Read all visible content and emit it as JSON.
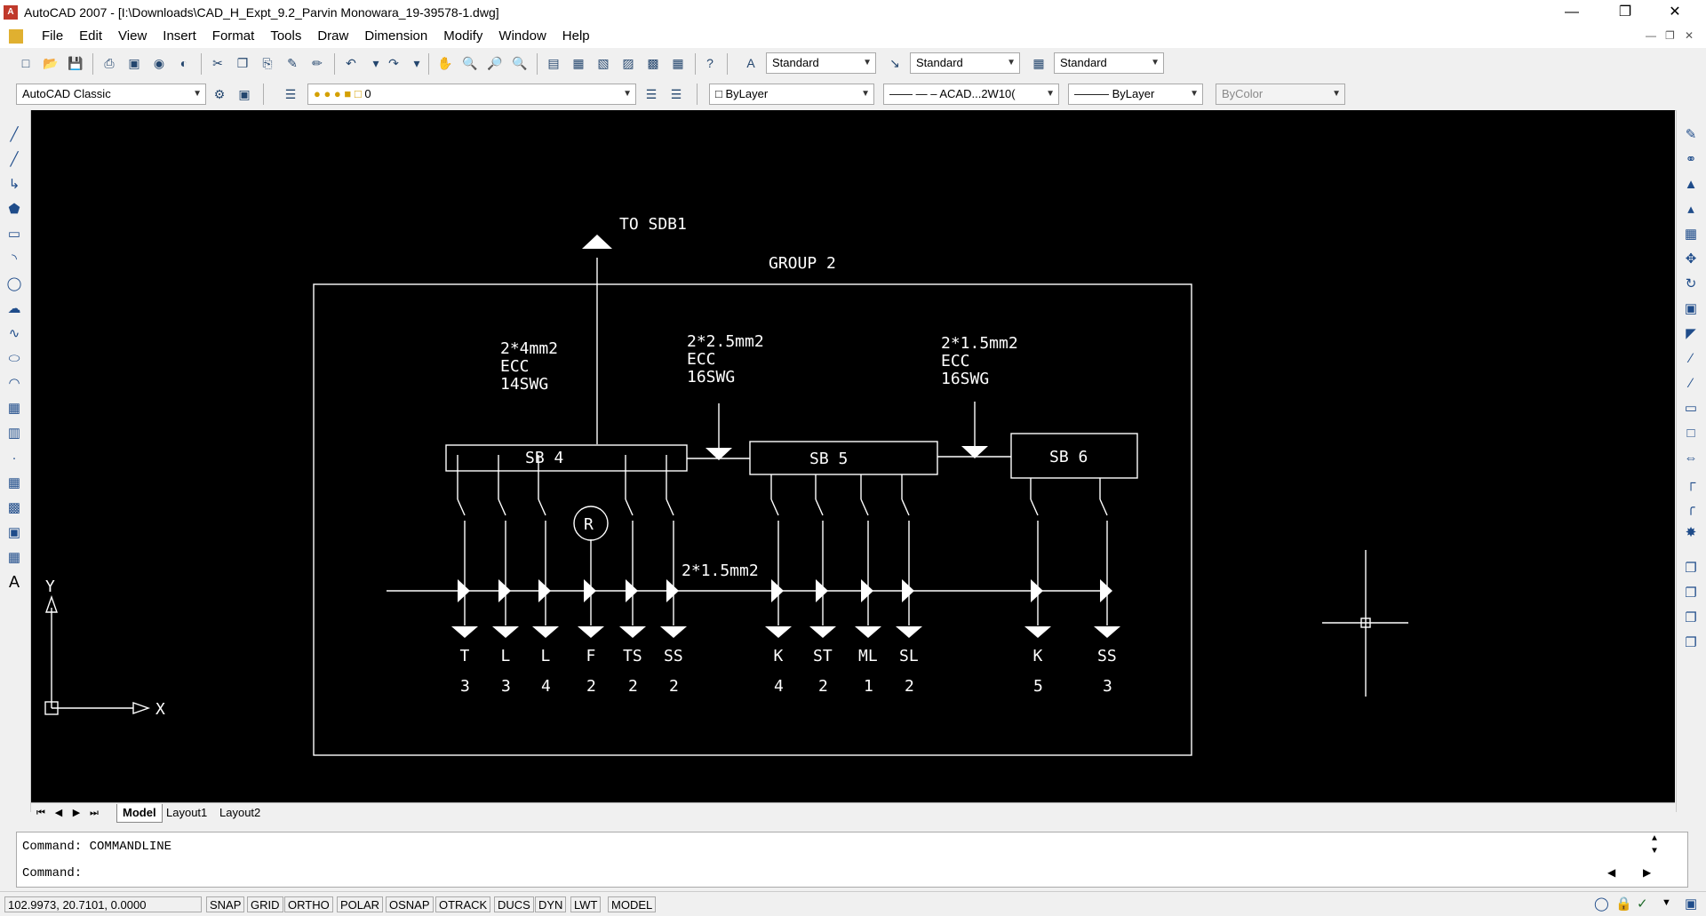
{
  "window": {
    "title": "AutoCAD 2007 - [I:\\Downloads\\CAD_H_Expt_9.2_Parvin Monowara_19-39578-1.dwg]"
  },
  "menu": [
    "File",
    "Edit",
    "View",
    "Insert",
    "Format",
    "Tools",
    "Draw",
    "Dimension",
    "Modify",
    "Window",
    "Help"
  ],
  "toolbar": {
    "text_style": "Standard",
    "dim_style": "Standard",
    "table_style": "Standard",
    "workspace": "AutoCAD Classic",
    "layer": "0",
    "color": "ByLayer",
    "linetype": "ACAD...2W10(",
    "lineweight": "ByLayer",
    "plot_style": "ByColor"
  },
  "drawing": {
    "to_label": "TO SDB1",
    "group_label": "GROUP 2",
    "boards": [
      "SB 4",
      "SB 5",
      "SB 6"
    ],
    "cable_labels": [
      [
        "2*4mm2",
        "ECC",
        "14SWG"
      ],
      [
        "2*2.5mm2",
        "ECC",
        "16SWG"
      ],
      [
        "2*1.5mm2",
        "ECC",
        "16SWG"
      ]
    ],
    "bus_label": "2*1.5mm2",
    "regulator_symbol": "R",
    "circuits": [
      {
        "name": "T",
        "count": "3"
      },
      {
        "name": "L",
        "count": "3"
      },
      {
        "name": "L",
        "count": "4"
      },
      {
        "name": "F",
        "count": "2"
      },
      {
        "name": "TS",
        "count": "2"
      },
      {
        "name": "SS",
        "count": "2"
      },
      {
        "name": "K",
        "count": "4"
      },
      {
        "name": "ST",
        "count": "2"
      },
      {
        "name": "ML",
        "count": "1"
      },
      {
        "name": "SL",
        "count": "2"
      },
      {
        "name": "K",
        "count": "5"
      },
      {
        "name": "SS",
        "count": "3"
      }
    ],
    "ucs_x": "X",
    "ucs_y": "Y"
  },
  "tabs": [
    "Model",
    "Layout1",
    "Layout2"
  ],
  "command": {
    "line1": "Command: COMMANDLINE",
    "line2": "Command:"
  },
  "status": {
    "coords": "102.9973, 20.7101, 0.0000",
    "toggles": [
      "SNAP",
      "GRID",
      "ORTHO",
      "POLAR",
      "OSNAP",
      "OTRACK",
      "DUCS",
      "DYN",
      "LWT",
      "MODEL"
    ]
  },
  "colors": {
    "canvas": "#000000",
    "lines": "#ffffff",
    "window": "#f0f0f0"
  }
}
